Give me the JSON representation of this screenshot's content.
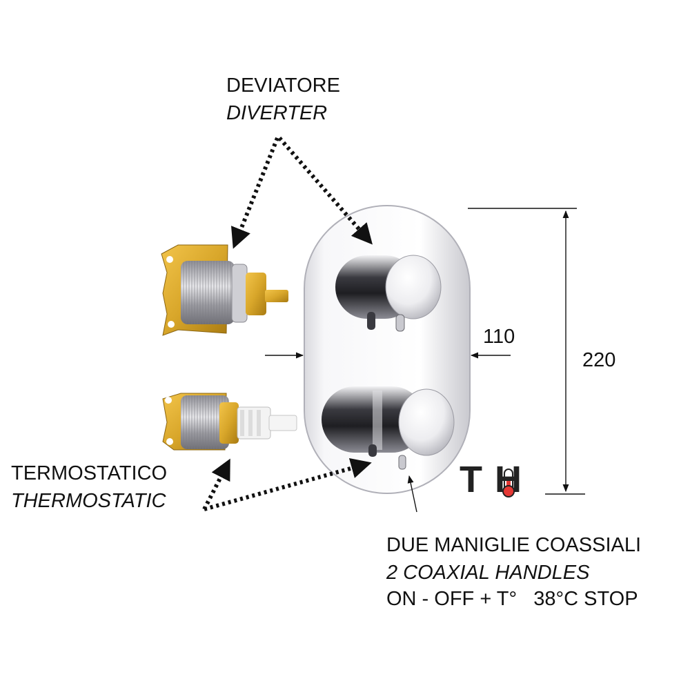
{
  "labels": {
    "diverter_it": "DEVIATORE",
    "diverter_en": "DIVERTER",
    "thermo_it": "TERMOSTATICO",
    "thermo_en": "THERMOSTATIC",
    "handles_it": "DUE MANIGLIE COASSIALI",
    "handles_en": "2 COAXIAL HANDLES",
    "handles_spec": "ON - OFF + T°   38°C STOP"
  },
  "dimensions": {
    "width": "110",
    "height": "220"
  },
  "logo": {
    "letters": "TH",
    "name": "thermometer-logo"
  },
  "colors": {
    "brass": "#d8a62a",
    "chrome_dark": "#2b2b30",
    "chrome_light": "#e6e6ea",
    "logo_red": "#e53935",
    "ink": "#111111"
  }
}
